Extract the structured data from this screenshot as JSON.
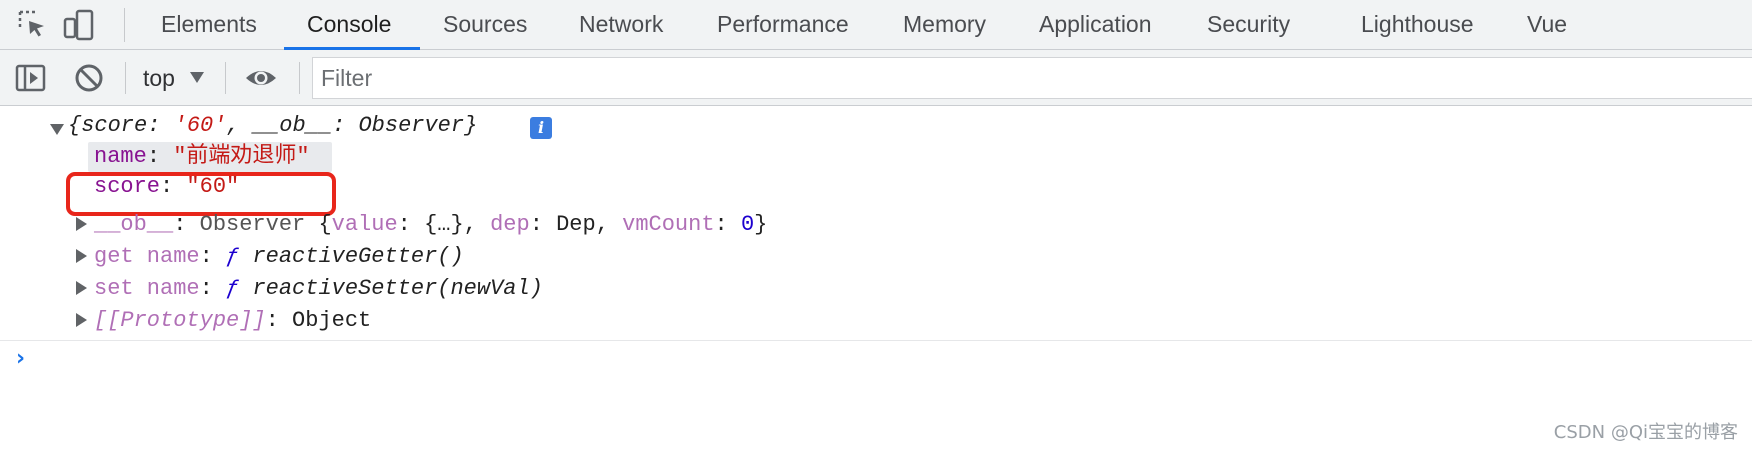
{
  "tabs": [
    {
      "label": "Elements",
      "active": false
    },
    {
      "label": "Console",
      "active": true
    },
    {
      "label": "Sources",
      "active": false
    },
    {
      "label": "Network",
      "active": false
    },
    {
      "label": "Performance",
      "active": false
    },
    {
      "label": "Memory",
      "active": false
    },
    {
      "label": "Application",
      "active": false
    },
    {
      "label": "Security",
      "active": false
    },
    {
      "label": "Lighthouse",
      "active": false
    },
    {
      "label": "Vue",
      "active": false
    }
  ],
  "toolbar": {
    "context": "top",
    "filter_placeholder": "Filter"
  },
  "console": {
    "summary": {
      "open": "{",
      "k1": "score",
      "colon1": ": ",
      "v1": "'60'",
      "comma": ", ",
      "k2": "__ob__",
      "colon2": ": ",
      "v2": "Observer",
      "close": "}"
    },
    "name_row": {
      "key": "name",
      "colon": ": ",
      "value": "\"前端劝退师\""
    },
    "score_row": {
      "key": "score",
      "colon": ": ",
      "value": "\"60\""
    },
    "ob_row": {
      "key": "__ob__",
      "colon": ": ",
      "type": "Observer ",
      "open": "{",
      "k1": "value",
      "c1": ": ",
      "v1": "{…}",
      "sep1": ", ",
      "k2": "dep",
      "c2": ": ",
      "v2": "Dep",
      "sep2": ", ",
      "k3": "vmCount",
      "c3": ": ",
      "v3": "0",
      "close": "}"
    },
    "getter_row": {
      "key": "get name",
      "colon": ": ",
      "f": "ƒ ",
      "fn": "reactiveGetter()"
    },
    "setter_row": {
      "key": "set name",
      "colon": ": ",
      "f": "ƒ ",
      "fn": "reactiveSetter(newVal)"
    },
    "proto_row": {
      "key": "[[Prototype]]",
      "colon": ": ",
      "value": "Object"
    },
    "info_icon": "info-icon",
    "prompt": "›"
  },
  "watermark": "CSDN @Qi宝宝的博客",
  "colors": {
    "accent": "#1a73e8",
    "highlight_box": "#e8261b"
  }
}
